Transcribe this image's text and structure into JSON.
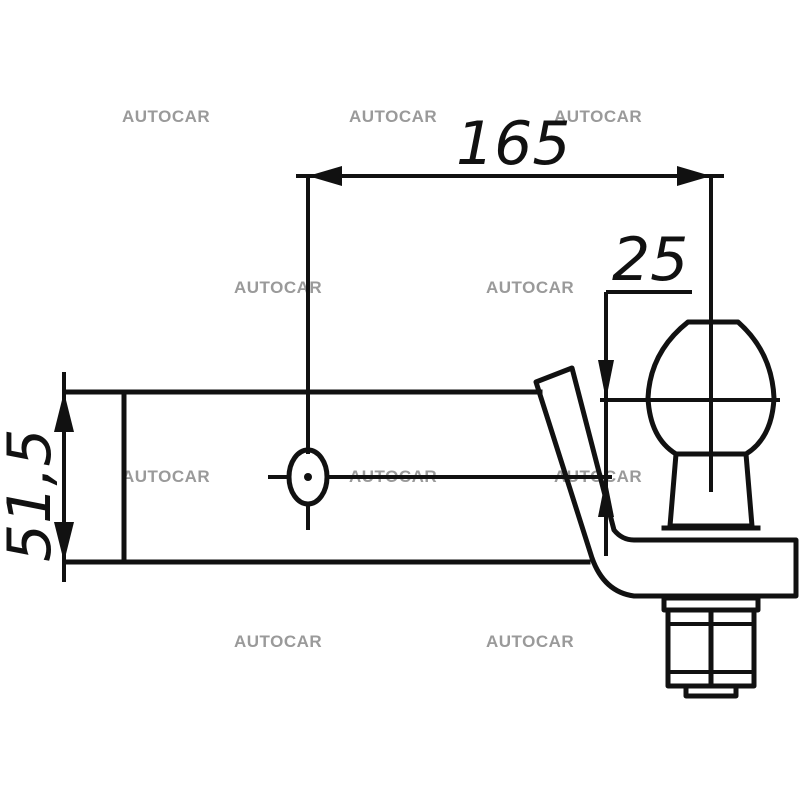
{
  "watermark": {
    "text": "AUTOCAR",
    "color": "#9a9a9a"
  },
  "dimensions": {
    "length": "165",
    "ball_offset": "25",
    "bar_height": "51,5"
  },
  "colors": {
    "line": "#111111",
    "background": "#ffffff"
  }
}
